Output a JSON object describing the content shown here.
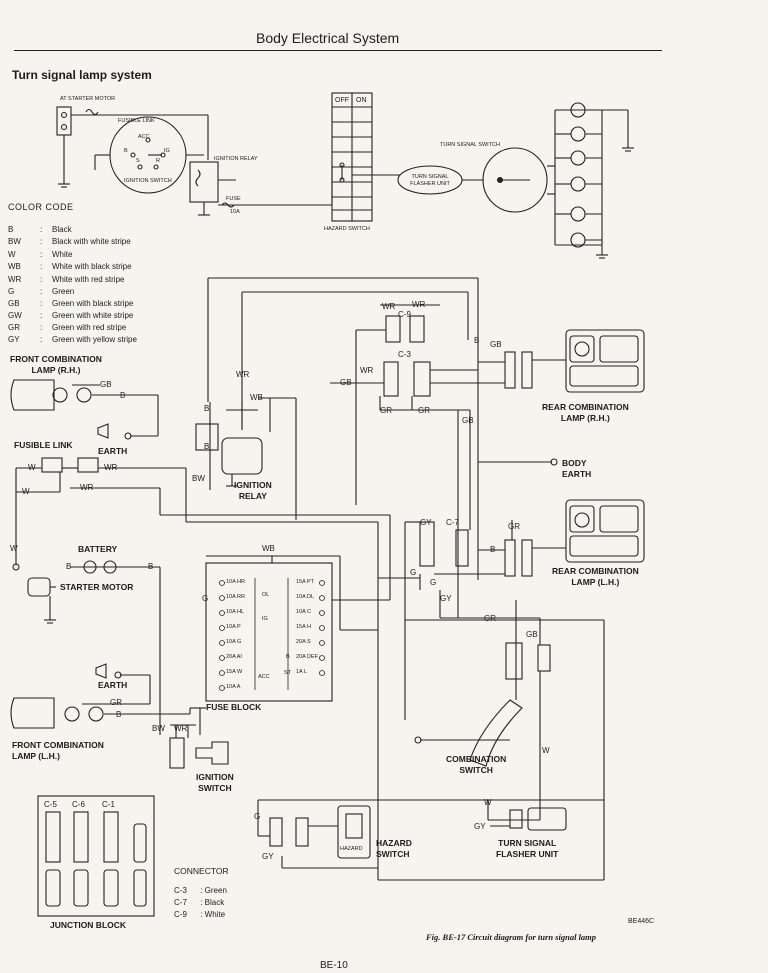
{
  "header": {
    "title": "Body Electrical System"
  },
  "section_title": "Turn signal lamp system",
  "top_diagram": {
    "at_starter_motor": "AT STARTER MOTOR",
    "fusible_link": "FUSIBLE LINK",
    "acc": "ACC",
    "b": "B",
    "ig": "IG",
    "s": "S",
    "r": "R",
    "ignition_switch": "IGNITION SWITCH",
    "ignition_relay": "IGNITION RELAY",
    "fuse": "FUSE",
    "fuse_rating": "10A",
    "hazard_switch": "HAZARD SWITCH",
    "off": "OFF",
    "on": "ON",
    "turn_signal_flasher_unit": "TURN SIGNAL FLASHER UNIT",
    "turn_signal_switch": "TURN SIGNAL SWITCH"
  },
  "color_code": {
    "title": "COLOR CODE",
    "items": [
      {
        "code": "B",
        "desc": "Black"
      },
      {
        "code": "BW",
        "desc": "Black with white stripe"
      },
      {
        "code": "W",
        "desc": "White"
      },
      {
        "code": "WB",
        "desc": "White with black stripe"
      },
      {
        "code": "WR",
        "desc": "White with red stripe"
      },
      {
        "code": "G",
        "desc": "Green"
      },
      {
        "code": "GB",
        "desc": "Green with black stripe"
      },
      {
        "code": "GW",
        "desc": "Green with white stripe"
      },
      {
        "code": "GR",
        "desc": "Green with red stripe"
      },
      {
        "code": "GY",
        "desc": "Green with yellow stripe"
      }
    ]
  },
  "labels": {
    "front_combination_lamp_rh": [
      "FRONT COMBINATION",
      "LAMP (R.H.)"
    ],
    "earth": "EARTH",
    "fusible_link": "FUSIBLE LINK",
    "battery": "BATTERY",
    "starter_motor": "STARTER MOTOR",
    "ignition_relay": [
      "IGNITION",
      "RELAY"
    ],
    "fuse_block": "FUSE BLOCK",
    "front_combination_lamp_lh": [
      "FRONT COMBINATION",
      "LAMP (L.H.)"
    ],
    "ignition_switch": [
      "IGNITION",
      "SWITCH"
    ],
    "rear_combination_lamp_rh": [
      "REAR COMBINATION",
      "LAMP (R.H.)"
    ],
    "body_earth": [
      "BODY",
      "EARTH"
    ],
    "rear_combination_lamp_lh": [
      "REAR COMBINATION",
      "LAMP (L.H.)"
    ],
    "combination_switch": [
      "COMBINATION",
      "SWITCH"
    ],
    "hazard_switch": [
      "HAZARD",
      "SWITCH"
    ],
    "turn_signal_flasher_unit": [
      "TURN SIGNAL",
      "FLASHER UNIT"
    ],
    "junction_block": "JUNCTION BLOCK",
    "hazard_box": "HAZARD"
  },
  "wire_labels": {
    "wr": "WR",
    "wb": "WB",
    "gb": "GB",
    "b": "B",
    "w": "W",
    "g": "G",
    "gr": "GR",
    "gy": "GY",
    "bw": "BW",
    "c3": "C-3",
    "c7": "C-7",
    "c9": "C-9"
  },
  "junction_block_connectors": [
    "C-5",
    "C-6",
    "C-1"
  ],
  "fuse_block": {
    "left": [
      "10A HR",
      "10A RR",
      "10A HL",
      "10A P",
      "10A G",
      "20A AI",
      "15A W",
      "10A A"
    ],
    "right": [
      "15A PT",
      "10A DL",
      "10A C",
      "15A H",
      "20A S",
      "20A DEF",
      "1A L"
    ],
    "mid": [
      "OL",
      "IG",
      "B",
      "ACC",
      "ST"
    ]
  },
  "connector": {
    "title": "CONNECTOR",
    "items": [
      {
        "code": "C-3",
        "desc": "Green"
      },
      {
        "code": "C-7",
        "desc": "Black"
      },
      {
        "code": "C-9",
        "desc": "White"
      }
    ]
  },
  "figure": {
    "code": "BE446C",
    "caption": "Fig. BE-17 Circuit diagram for turn signal lamp"
  },
  "page_number": "BE-10"
}
